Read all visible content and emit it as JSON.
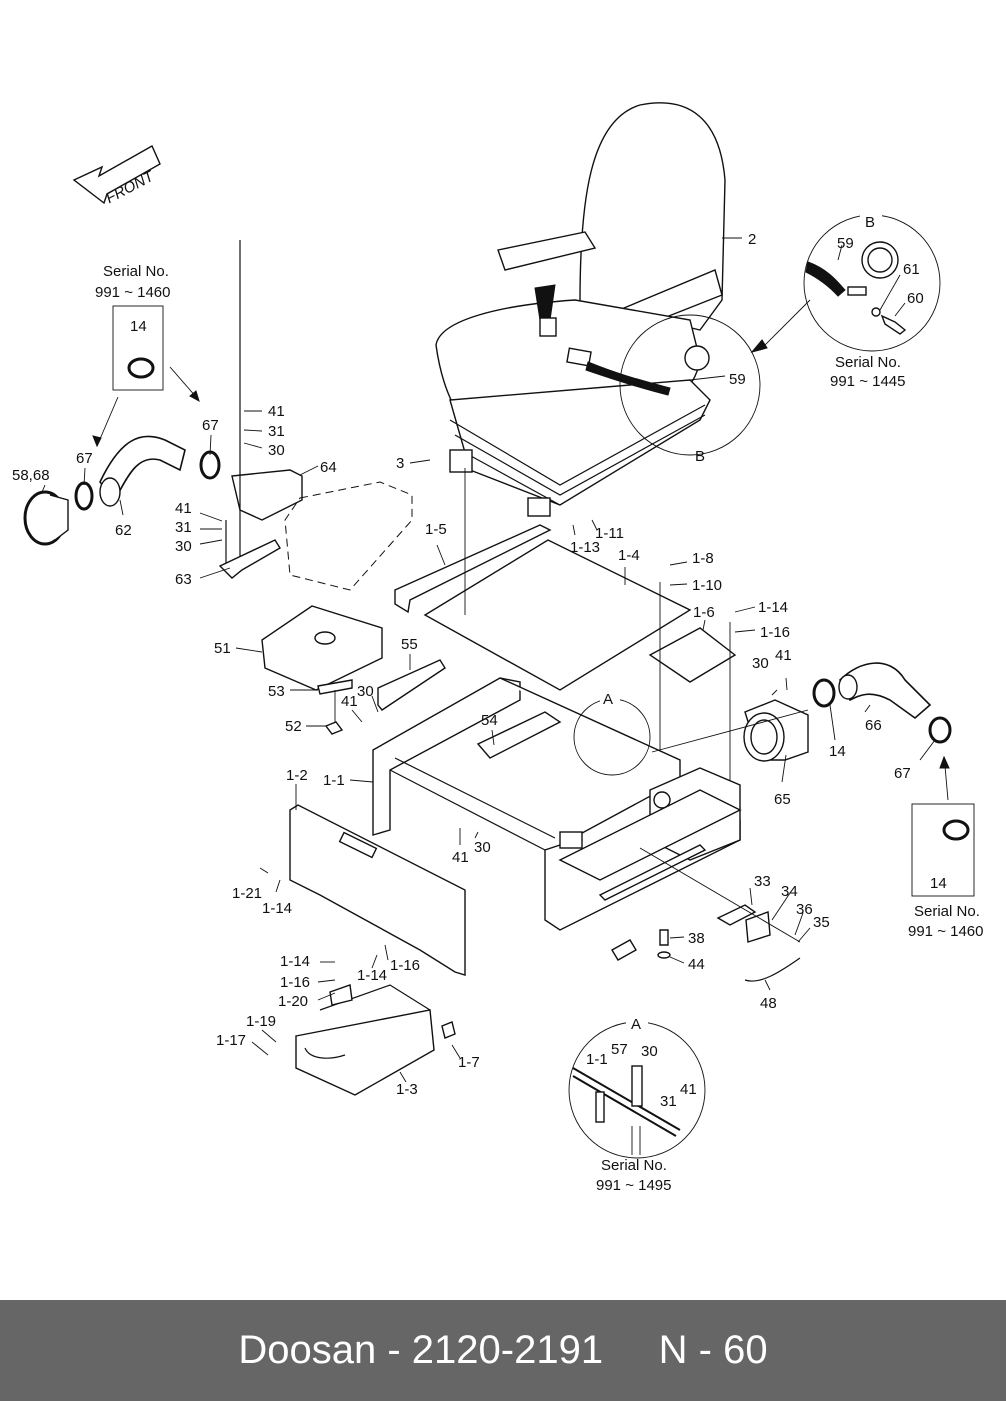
{
  "diagram": {
    "direction_indicator": "FRONT",
    "serial_notes": {
      "hose_clamp_left": {
        "title": "Serial No.",
        "range": "991 ~ 1460",
        "part": "14"
      },
      "hose_clamp_right": {
        "title": "Serial No.",
        "range": "991 ~ 1460",
        "part": "14"
      },
      "detail_b": {
        "title": "Serial No.",
        "range": "991 ~ 1445"
      },
      "detail_a": {
        "title": "Serial No.",
        "range": "991 ~ 1495"
      }
    },
    "detail_labels": {
      "a": "A",
      "b": "B"
    },
    "callouts": [
      {
        "id": "2",
        "label": "2"
      },
      {
        "id": "3",
        "label": "3"
      },
      {
        "id": "59-main",
        "label": "59"
      },
      {
        "id": "B-main",
        "label": "B"
      },
      {
        "id": "58_68",
        "label": "58,68"
      },
      {
        "id": "67-a",
        "label": "67"
      },
      {
        "id": "62",
        "label": "62"
      },
      {
        "id": "67-b",
        "label": "67"
      },
      {
        "id": "41-a",
        "label": "41"
      },
      {
        "id": "31-a",
        "label": "31"
      },
      {
        "id": "30-a",
        "label": "30"
      },
      {
        "id": "64",
        "label": "64"
      },
      {
        "id": "41-b",
        "label": "41"
      },
      {
        "id": "31-b",
        "label": "31"
      },
      {
        "id": "30-b",
        "label": "30"
      },
      {
        "id": "63",
        "label": "63"
      },
      {
        "id": "1-5",
        "label": "1-5"
      },
      {
        "id": "1-11",
        "label": "1-11"
      },
      {
        "id": "1-13",
        "label": "1-13"
      },
      {
        "id": "1-4",
        "label": "1-4"
      },
      {
        "id": "1-8",
        "label": "1-8"
      },
      {
        "id": "1-10",
        "label": "1-10"
      },
      {
        "id": "1-6",
        "label": "1-6"
      },
      {
        "id": "1-14-a",
        "label": "1-14"
      },
      {
        "id": "1-16-a",
        "label": "1-16"
      },
      {
        "id": "30-c",
        "label": "30"
      },
      {
        "id": "41-c",
        "label": "41"
      },
      {
        "id": "66",
        "label": "66"
      },
      {
        "id": "14-a",
        "label": "14"
      },
      {
        "id": "67-c",
        "label": "67"
      },
      {
        "id": "65",
        "label": "65"
      },
      {
        "id": "51",
        "label": "51"
      },
      {
        "id": "55",
        "label": "55"
      },
      {
        "id": "53",
        "label": "53"
      },
      {
        "id": "30-d",
        "label": "30"
      },
      {
        "id": "41-d",
        "label": "41"
      },
      {
        "id": "52",
        "label": "52"
      },
      {
        "id": "54",
        "label": "54"
      },
      {
        "id": "A-main",
        "label": "A"
      },
      {
        "id": "1-2",
        "label": "1-2"
      },
      {
        "id": "1-1",
        "label": "1-1"
      },
      {
        "id": "41-e",
        "label": "41"
      },
      {
        "id": "30-e",
        "label": "30"
      },
      {
        "id": "1-21",
        "label": "1-21"
      },
      {
        "id": "1-14-b",
        "label": "1-14"
      },
      {
        "id": "33",
        "label": "33"
      },
      {
        "id": "34",
        "label": "34"
      },
      {
        "id": "36",
        "label": "36"
      },
      {
        "id": "35",
        "label": "35"
      },
      {
        "id": "38",
        "label": "38"
      },
      {
        "id": "44",
        "label": "44"
      },
      {
        "id": "48",
        "label": "48"
      },
      {
        "id": "1-14-c",
        "label": "1-14"
      },
      {
        "id": "1-16-c",
        "label": "1-16"
      },
      {
        "id": "1-14-d",
        "label": "1-14"
      },
      {
        "id": "1-16-d",
        "label": "1-16"
      },
      {
        "id": "1-20",
        "label": "1-20"
      },
      {
        "id": "1-19",
        "label": "1-19"
      },
      {
        "id": "1-17",
        "label": "1-17"
      },
      {
        "id": "1-7",
        "label": "1-7"
      },
      {
        "id": "1-3",
        "label": "1-3"
      },
      {
        "id": "59-b",
        "label": "59"
      },
      {
        "id": "61",
        "label": "61"
      },
      {
        "id": "60",
        "label": "60"
      },
      {
        "id": "1-1-a",
        "label": "1-1"
      },
      {
        "id": "57",
        "label": "57"
      },
      {
        "id": "30-f",
        "label": "30"
      },
      {
        "id": "31-f",
        "label": "31"
      },
      {
        "id": "41-f",
        "label": "41"
      }
    ]
  },
  "footer": {
    "brand": "Doosan",
    "separator": " - ",
    "part_number": "2120-2191",
    "gap": "     ",
    "page_code": "N - 60"
  }
}
